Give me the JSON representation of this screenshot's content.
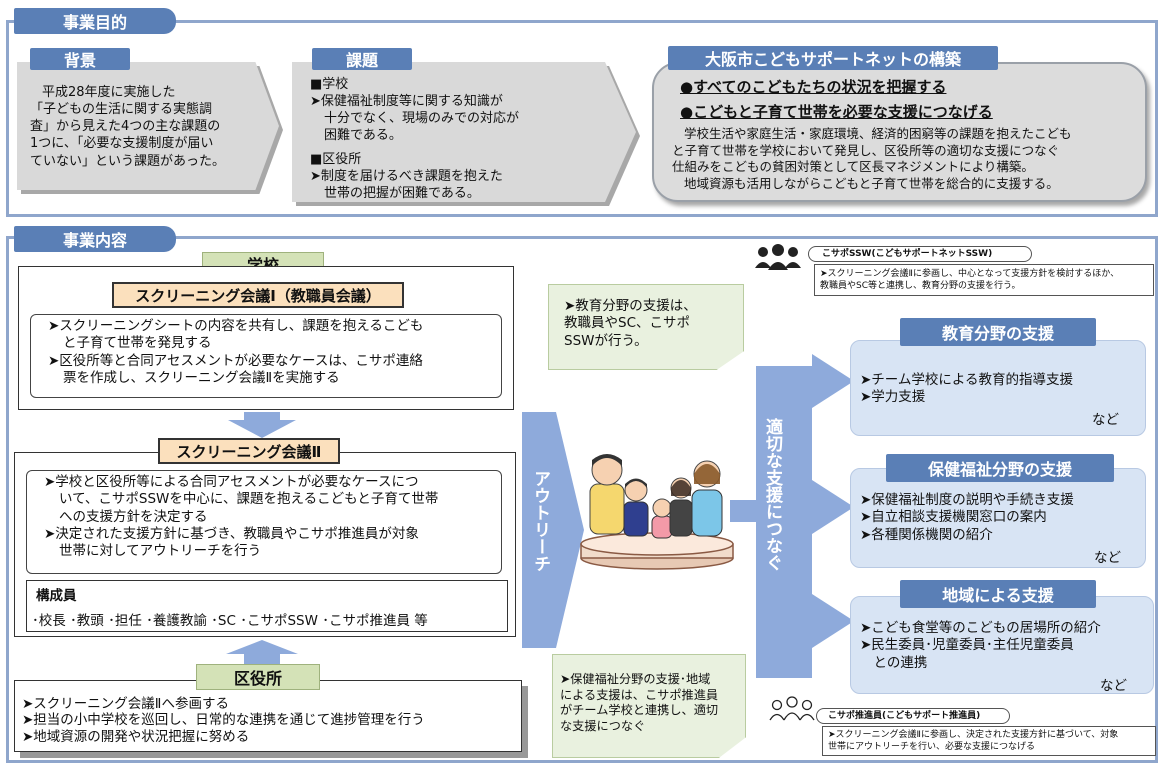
{
  "purpose": {
    "tag": "事業目的",
    "background": {
      "tag": "背景",
      "lines": [
        "平成28年度に実施した",
        "「子どもの生活に関する実態調",
        "査」から見えた4つの主な課題の",
        "1つに、「必要な支援制度が届い",
        "ていない」という課題があった。"
      ]
    },
    "issues": {
      "tag": "課題",
      "school_head": "■学校",
      "school_lines": [
        "➤保健福祉制度等に関する知識が",
        "十分でなく、現場のみでの対応が",
        "困難である。"
      ],
      "ward_head": "■区役所",
      "ward_lines": [
        "➤制度を届けるべき課題を抱えた",
        "世帯の把握が困難である。"
      ]
    },
    "network": {
      "tag": "大阪市こどもサポートネットの構築",
      "bullet1": "●すべてのこどもたちの状況を把握する",
      "bullet2": "●こどもと子育て世帯を必要な支援につなげる",
      "lines": [
        "学校生活や家庭生活・家庭環境、経済的困窮等の課題を抱えたこども",
        "と子育て世帯を学校において発見し、区役所等の適切な支援につなぐ",
        "仕組みをこどもの貧困対策として区長マネジメントにより構築。",
        "地域資源も活用しながらこどもと子育て世帯を総合的に支援する。"
      ]
    }
  },
  "content": {
    "tag": "事業内容",
    "school": {
      "tab": "学校",
      "meeting1_title": "スクリーニング会議Ⅰ（教職員会議）",
      "meeting1_lines": [
        "➤スクリーニングシートの内容を共有し、課題を抱えるこども",
        "と子育て世帯を発見する",
        "➤区役所等と合同アセスメントが必要なケースは、こサポ連絡",
        "票を作成し、スクリーニング会議Ⅱを実施する"
      ],
      "meeting2_title": "スクリーニング会議Ⅱ",
      "meeting2_lines": [
        "➤学校と区役所等による合同アセスメントが必要なケースにつ",
        "いて、こサポSSWを中心に、課題を抱えるこどもと子育て世帯",
        "への支援方針を決定する",
        "➤決定された支援方針に基づき、教職員やこサポ推進員が対象",
        "世帯に対してアウトリーチを行う"
      ],
      "members_head": "構成員",
      "members_list": "･校長 ･教頭 ･担任 ･養護教諭 ･SC ･こサポSSW ･こサポ推進員 等"
    },
    "ward": {
      "tab": "区役所",
      "lines": [
        "➤スクリーニング会議Ⅱへ参画する",
        "➤担当の小中学校を巡回し、日常的な連携を通じて進捗管理を行う",
        "➤地域資源の開発や状況把握に努める"
      ]
    },
    "outreach": "アウトリーチ",
    "connect": "適切な支援につなぐ",
    "note_top": [
      "➤教育分野の支援は、",
      "教職員やSC、こサポ",
      "SSWが行う。"
    ],
    "note_bottom": [
      "➤保健福祉分野の支援･地域",
      "による支援は、こサポ推進員",
      "がチーム学校と連携し、適切",
      "な支援につなぐ"
    ],
    "ssw": {
      "title": "こサポSSW(こどもサポートネットSSW)",
      "lines": [
        "➤スクリーニング会議Ⅱに参画し、中心となって支援方針を検討するほか、",
        "教職員やSC等と連携し、教育分野の支援を行う。"
      ]
    },
    "promoter": {
      "title": "こサポ推進員(こどもサポート推進員)",
      "lines": [
        "➤スクリーニング会議Ⅱに参画し、決定された支援方針に基づいて、対象",
        "世帯にアウトリーチを行い、必要な支援につなげる"
      ]
    },
    "education": {
      "tag": "教育分野の支援",
      "lines": [
        "➤チーム学校による教育的指導支援",
        "➤学力支援"
      ],
      "etc": "など"
    },
    "welfare": {
      "tag": "保健福祉分野の支援",
      "lines": [
        "➤保健福祉制度の説明や手続き支援",
        "➤自立相談支援機関窓口の案内",
        "➤各種関係機関の紹介"
      ],
      "etc": "など"
    },
    "community": {
      "tag": "地域による支援",
      "lines": [
        "➤こども食堂等のこどもの居場所の紹介",
        "➤民生委員･児童委員･主任児童委員",
        "　との連携"
      ],
      "etc": "など"
    }
  },
  "colors": {
    "accent": "#5a7fb6",
    "frame": "#8fa6cc",
    "arrow": "#8eaadb",
    "support_bg": "#d8e4f4",
    "note_bg": "#e9f1df",
    "green_tab": "#d4e2b7",
    "orange_title": "#fbe0bd"
  }
}
